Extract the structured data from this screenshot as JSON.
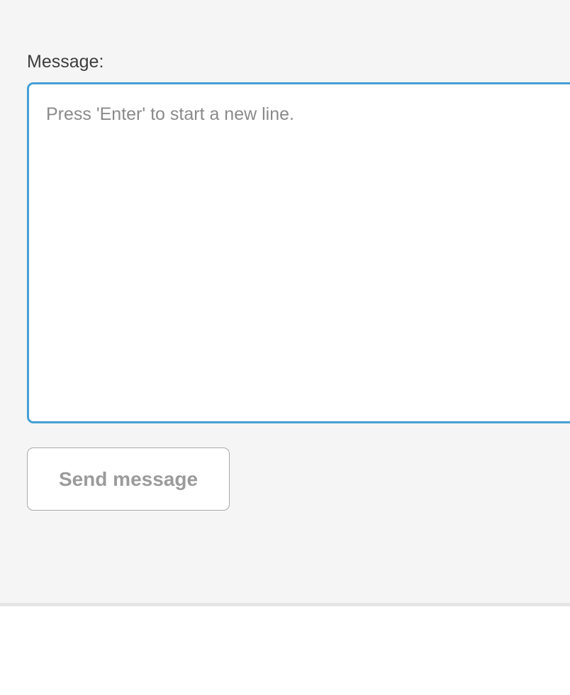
{
  "form": {
    "label": "Message:",
    "textarea_value": "",
    "textarea_placeholder": "Press 'Enter' to start a new line.",
    "send_button_label": "Send message"
  },
  "colors": {
    "panel_background": "#f5f5f5",
    "textarea_focus_border": "#459fd6",
    "divider": "#e5e5e5",
    "label_text": "#3d3d3d",
    "placeholder_text": "#8a8a8a",
    "button_text": "#9b9b9b",
    "button_border": "#aaaaaa",
    "lower_background": "#ffffff"
  }
}
